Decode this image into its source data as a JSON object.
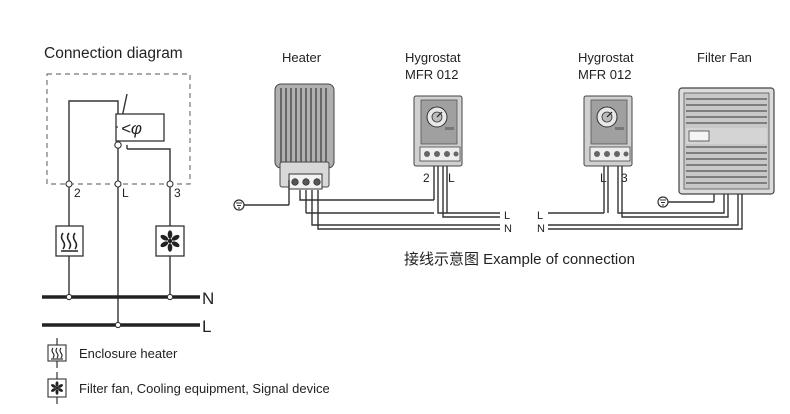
{
  "schematic": {
    "title": "Connection diagram",
    "hygro_symbol": "<φ",
    "terminals": [
      "2",
      "L",
      "3"
    ],
    "bus_n": "N",
    "bus_l": "L",
    "heater_icon": "enclosure-heater-icon",
    "fan_icon": "filter-fan-icon"
  },
  "legend": {
    "items": [
      {
        "icon": "enclosure-heater-icon",
        "label": "Enclosure heater"
      },
      {
        "icon": "filter-fan-icon",
        "label": "Filter fan, Cooling equipment, Signal device"
      }
    ]
  },
  "example": {
    "heater_label": "Heater",
    "hygro1_line1": "Hygrostat",
    "hygro1_line2": "MFR 012",
    "hygro1_terms": [
      "2",
      "L"
    ],
    "hygro2_line1": "Hygrostat",
    "hygro2_line2": "MFR 012",
    "hygro2_terms": [
      "L",
      "3"
    ],
    "fan_label": "Filter Fan",
    "wire_l1": "L",
    "wire_n1": "N",
    "wire_l2": "L",
    "wire_n2": "N",
    "caption": "接线示意图 Example of connection"
  }
}
